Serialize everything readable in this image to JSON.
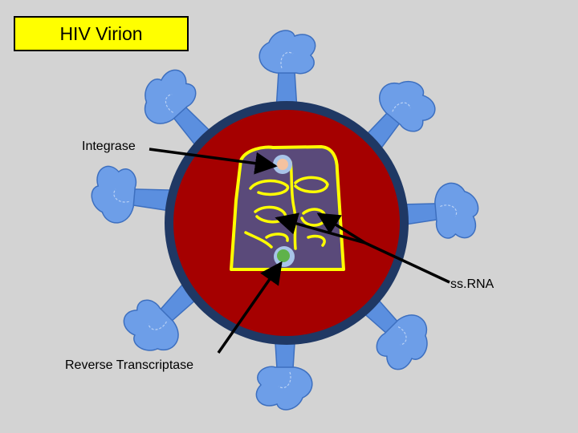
{
  "title": "HIV Virion",
  "labels": {
    "integrase": "Integrase",
    "ssrna": "ss.RNA",
    "reverse_transcriptase": "Reverse Transcriptase"
  },
  "colors": {
    "background": "#d3d3d3",
    "title_fill": "#ffff00",
    "envelope": "#1f3864",
    "matrix": "#a50000",
    "capsid": "#5a4a7a",
    "capsid_outline": "#ffff00",
    "rna": "#ffff00",
    "spike": "#5b8fdf",
    "integrase_enzyme": "#f4c2a0",
    "rt_enzyme": "#5fb24a",
    "enzyme_ring": "#a8c4e8"
  }
}
